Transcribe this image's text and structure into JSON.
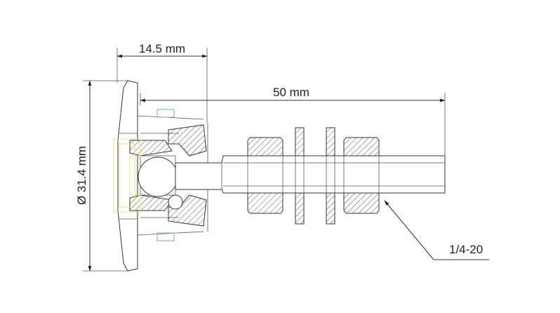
{
  "dimensions": {
    "width_label": "14.5 mm",
    "length_label": "50 mm",
    "diameter_label": "Ø 31.4 mm",
    "thread_label": "1/4-20"
  }
}
